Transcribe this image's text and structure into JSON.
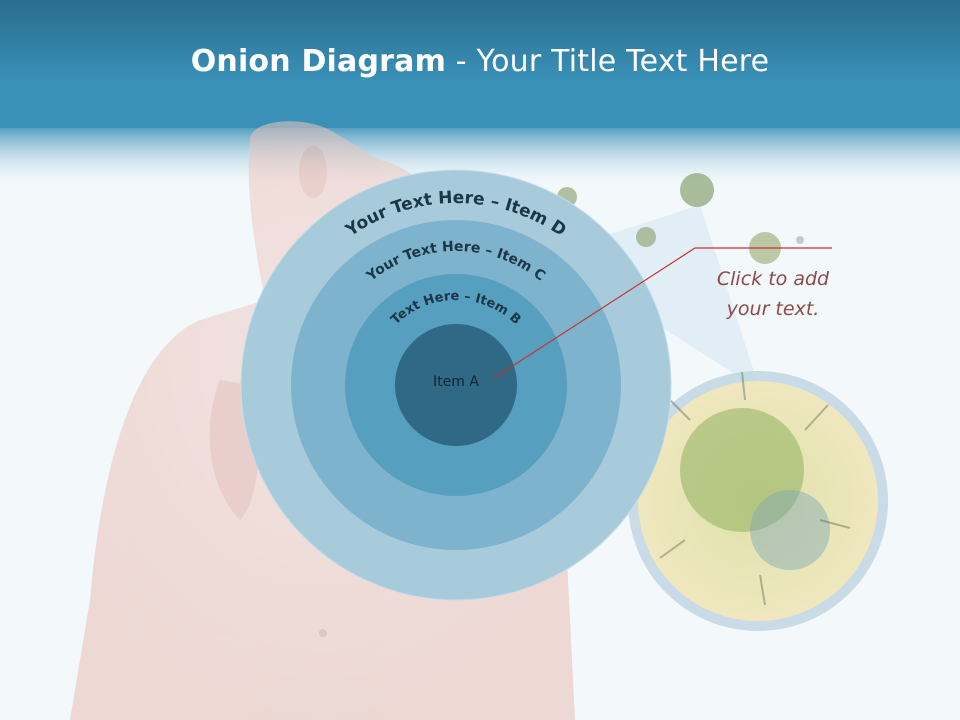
{
  "title": {
    "bold": "Onion Diagram",
    "rest": " - Your Title Text Here"
  },
  "rings": [
    {
      "label": "Your Text Here – Item D",
      "color": "#a8cbdc"
    },
    {
      "label": "Your Text Here – Item C",
      "color": "#7db3cc"
    },
    {
      "label": "Text Here – Item B",
      "color": "#569fbf"
    },
    {
      "label": "Item A",
      "color": "#2f6985"
    }
  ],
  "callout": {
    "line1": "Click  to add",
    "line2": "your text.",
    "line_color": "#c9302c"
  },
  "colors": {
    "header_top": "#2a6d8f",
    "header_bottom": "#3a91b8",
    "text_dark": "#1b3644"
  }
}
